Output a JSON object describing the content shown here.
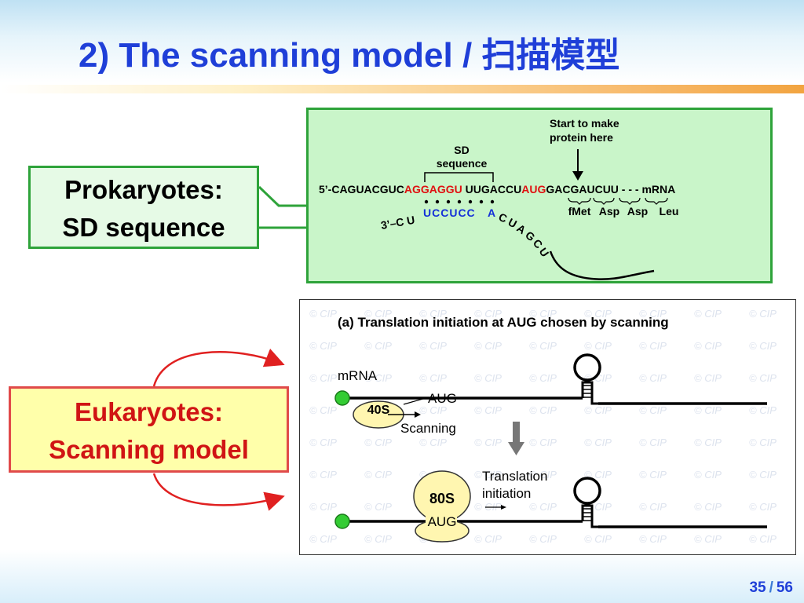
{
  "title": "2) The scanning model  /  扫描模型",
  "page": {
    "current": "35",
    "separator": "/",
    "total": "56"
  },
  "prokaryotes": {
    "line1": "Prokaryotes:",
    "line2": "SD sequence"
  },
  "eukaryotes": {
    "line1": "Eukaryotes:",
    "line2": "Scanning model"
  },
  "sd_panel": {
    "start_label_1": "Start to make",
    "start_label_2": "protein here",
    "sd_label_1": "SD",
    "sd_label_2": "sequence",
    "mrna_prefix": "5’-CAGUACGUC",
    "mrna_sd": "AGGAGGU",
    "mrna_mid": " UUGACCU",
    "mrna_aug": "AUG",
    "mrna_suffix": "GACGAUCUU - - - mRNA",
    "rrna_prefix": "3’–C U",
    "rrna_pair": "UCCUCC",
    "rrna_a": "A",
    "rrna_tail": [
      "C",
      "U",
      "A",
      "G",
      "C",
      "U"
    ],
    "codons": [
      "fMet",
      "Asp",
      "Asp",
      "Leu"
    ]
  },
  "euk_panel": {
    "heading": "(a) Translation initiation at AUG chosen by scanning",
    "watermark": "© CIP",
    "mrna_label": "mRNA",
    "aug_top": "AUG",
    "small_subunit": "40S",
    "scanning_label": "Scanning",
    "translation_label_1": "Translation",
    "translation_label_2": "initiation",
    "ribosome": "80S",
    "aug_bottom": "AUG"
  },
  "colors": {
    "title": "#1f3fd8",
    "sd_red": "#e01010",
    "pair_blue": "#1430d8",
    "box_green": "#2ea33a",
    "euk_red": "#d01414",
    "arrow_red": "#e02020",
    "ribosome_yellow": "#fff6b0",
    "cap_green": "#33cc33"
  }
}
